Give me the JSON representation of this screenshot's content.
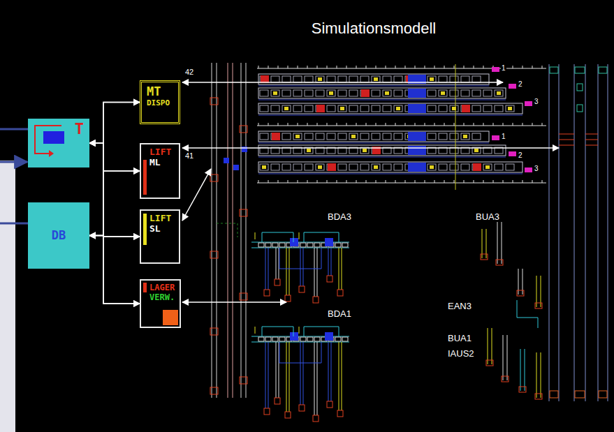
{
  "diagram": {
    "title": "Simulationsmodell",
    "nodes": [
      {
        "text": [
          "T"
        ]
      },
      {
        "text": [
          "DB"
        ]
      },
      {
        "text": [
          "MT",
          "DISPO"
        ]
      },
      {
        "text": [
          "LIFT",
          "ML"
        ]
      },
      {
        "text": [
          "LIFT",
          "SL"
        ]
      },
      {
        "text": [
          "LAGER",
          "VERW."
        ]
      }
    ],
    "edges": [
      {
        "from": 0,
        "to": 2,
        "arrow": "both"
      },
      {
        "from": 0,
        "to": 3,
        "arrow": "both"
      },
      {
        "from": 0,
        "to": 4,
        "arrow": "both"
      },
      {
        "from": 0,
        "to": 5,
        "arrow": "both"
      },
      {
        "from": 1,
        "to": 2,
        "arrow": "both"
      },
      {
        "from": 1,
        "to": 3,
        "arrow": "both"
      },
      {
        "from": 1,
        "to": 4,
        "arrow": "both"
      },
      {
        "from": 1,
        "to": 5,
        "arrow": "both"
      }
    ],
    "labels": [
      "42",
      "41",
      "1",
      "2",
      "3",
      "1",
      "2",
      "3",
      "BDA3",
      "BUA3",
      "BDA1",
      "EAN3",
      "BUA1",
      "IAUS2"
    ]
  }
}
